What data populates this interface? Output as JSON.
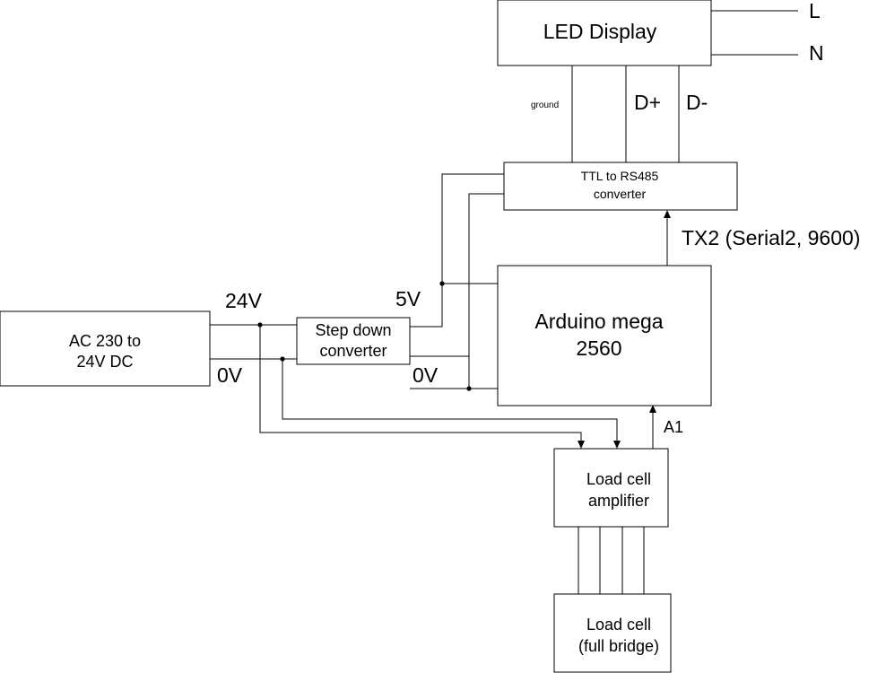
{
  "blocks": {
    "led_display": "LED Display",
    "ttl_converter": [
      "TTL to RS485",
      "converter"
    ],
    "arduino": [
      "Arduino mega",
      "2560"
    ],
    "power_supply": [
      "AC 230 to",
      "24V DC"
    ],
    "step_down": [
      "Step down",
      "converter"
    ],
    "amplifier": [
      "Load cell",
      "amplifier"
    ],
    "load_cell": [
      "Load cell",
      "(full bridge)"
    ]
  },
  "labels": {
    "mains_l": "L",
    "mains_n": "N",
    "ground": "ground",
    "d_plus": "D+",
    "d_minus": "D-",
    "tx2": "TX2 (Serial2, 9600)",
    "v24": "24V",
    "v0_left": "0V",
    "v5": "5V",
    "v0_right": "0V",
    "a1": "A1"
  }
}
